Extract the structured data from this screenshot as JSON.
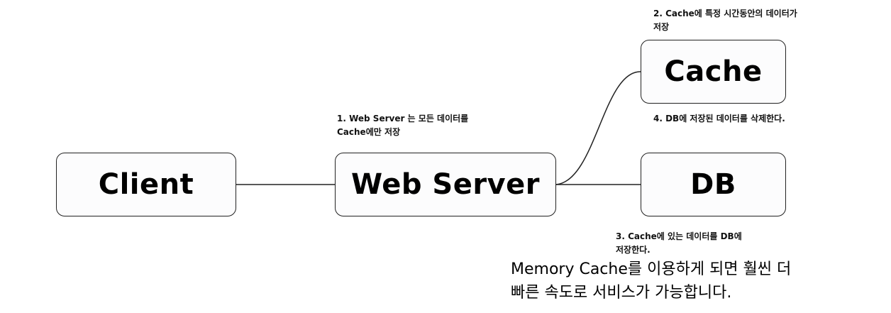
{
  "nodes": {
    "client": "Client",
    "web_server": "Web Server",
    "cache": "Cache",
    "db": "DB"
  },
  "notes": {
    "step1_line1": "1. Web Server 는 모든 데이터를",
    "step1_line2": "Cache에만 저장",
    "step2_line1": "2. Cache에 특정 시간동안의 데이터가",
    "step2_line2": "저장",
    "step3_line1": "3. Cache에 있는 데이터를 DB에",
    "step3_line2": "저장한다.",
    "step4_line1": "4. DB에 저장된 데이터를 삭제한다."
  },
  "summary": {
    "line1": "Memory Cache를 이용하게 되면 훨씬 더",
    "line2": "빠른 속도로 서비스가 가능합니다."
  },
  "colors": {
    "border": "#222222",
    "node_fill": "#fcfcfd",
    "connector": "#222222"
  }
}
